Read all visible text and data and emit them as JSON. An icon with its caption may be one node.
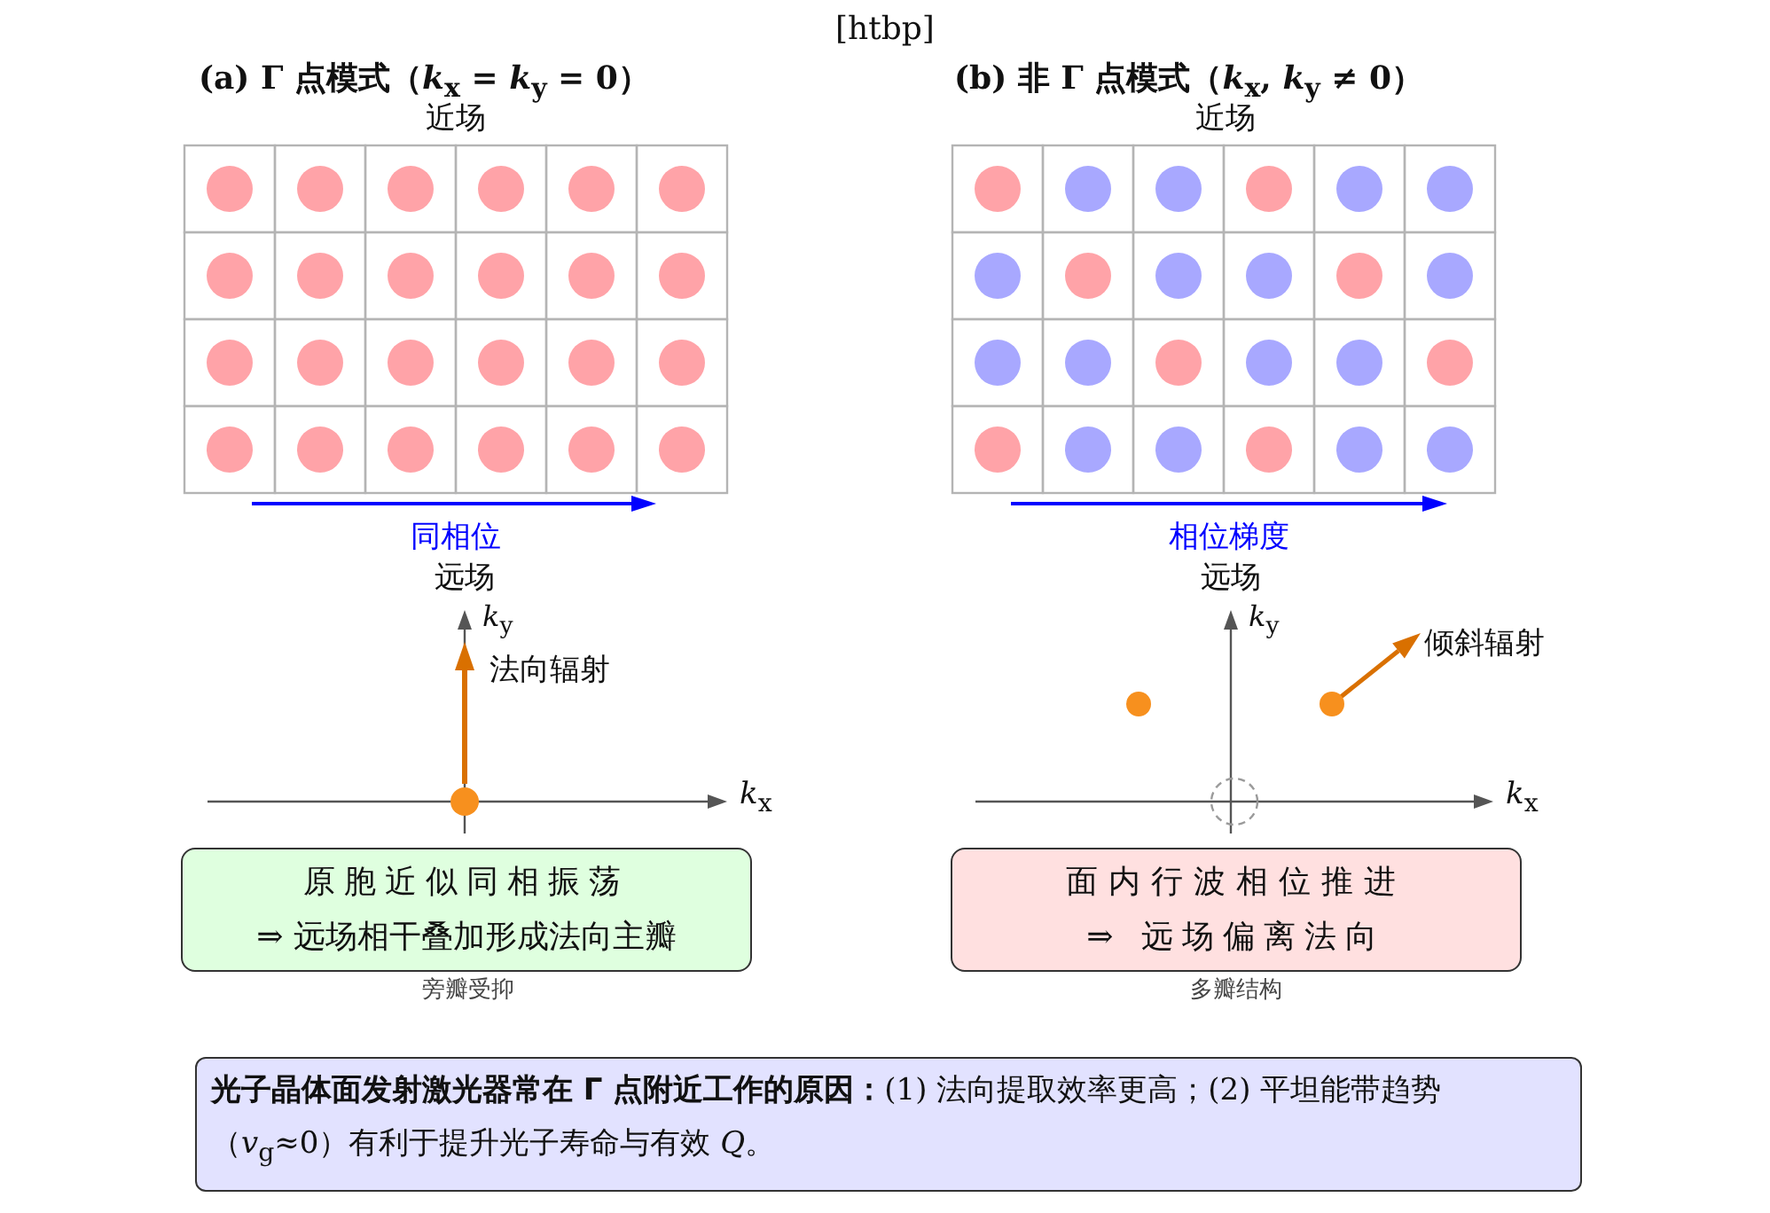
{
  "diagram": {
    "nodes": [
      {
        "text": [
          "原胞近似同相振荡",
          "⇒ 远场相干叠加形成法向主瓣"
        ]
      },
      {
        "text": [
          "面内行波相位推进",
          "⇒ 远场偏离法向"
        ]
      },
      {
        "text": [
          "**光子晶体面发射激光器常在 Γ 点附近工作的原因：**(1) 法向提取效率更高；(2) 平坦能带趋势（*v*$_{g}$≈0）有利于提升光子寿命与有效 *Q*。"
        ]
      }
    ],
    "labels": [
      "[htbp]",
      "(a) Γ 点模式（*k*$_{x}$ = *k*$_{y}$ = 0）",
      "(b) 非 Γ 点模式（*k*$_{x}$, *k*$_{y}$ ≠ 0）",
      "近场",
      "近场",
      "同相位",
      "相位梯度",
      "远场",
      "*k*$_{y}$",
      "远场",
      "*k*$_{y}$",
      "法向辐射",
      "倾斜辐射",
      "*k*$_{x}$",
      "*k*$_{x}$",
      "旁瓣受抑",
      "多瓣结构"
    ]
  }
}
